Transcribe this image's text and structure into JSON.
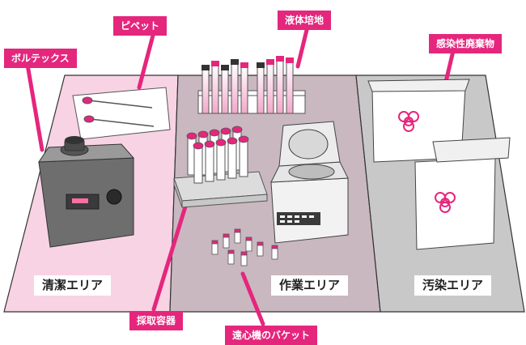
{
  "callouts": {
    "vortex": "ボルテックス",
    "pipette": "ピペット",
    "liquid_medium": "液体培地",
    "infectious_waste": "感染性廃棄物",
    "collection_container": "採取容器",
    "centrifuge_bucket": "遠心機のバケット"
  },
  "zones": {
    "clean": "清潔エリア",
    "work": "作業エリア",
    "contaminated": "汚染エリア"
  },
  "colors": {
    "accent": "#e5267d",
    "clean_zone": "#f8d3e4",
    "work_zone": "#c9b8c0",
    "contaminated_zone": "#c8c8c8"
  },
  "icons": [
    "vortex-mixer-icon",
    "pipette-icon",
    "tube-rack-icon",
    "centrifuge-icon",
    "waste-bin-icon",
    "biohazard-icon",
    "tube-icon"
  ]
}
